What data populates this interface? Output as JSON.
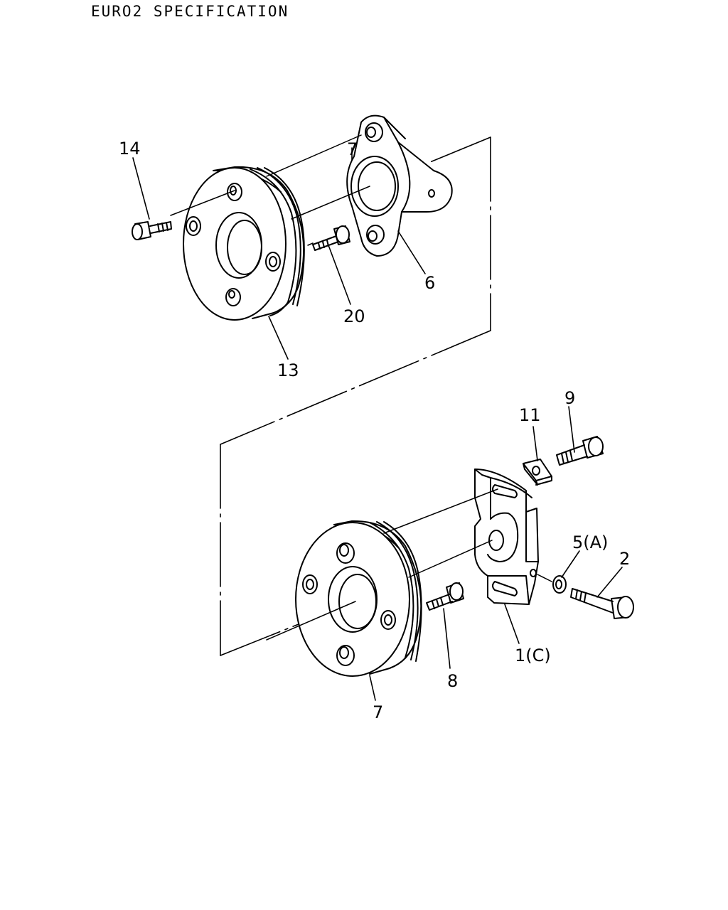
{
  "title": "EURO2 SPECIFICATION",
  "callouts": {
    "c14": "14",
    "c7a": "7",
    "c6": "6",
    "c20": "20",
    "c13": "13",
    "c11": "11",
    "c9": "9",
    "c5": "5(A)",
    "c2": "2",
    "c1": "1(C)",
    "c8": "8",
    "c7b": "7"
  }
}
